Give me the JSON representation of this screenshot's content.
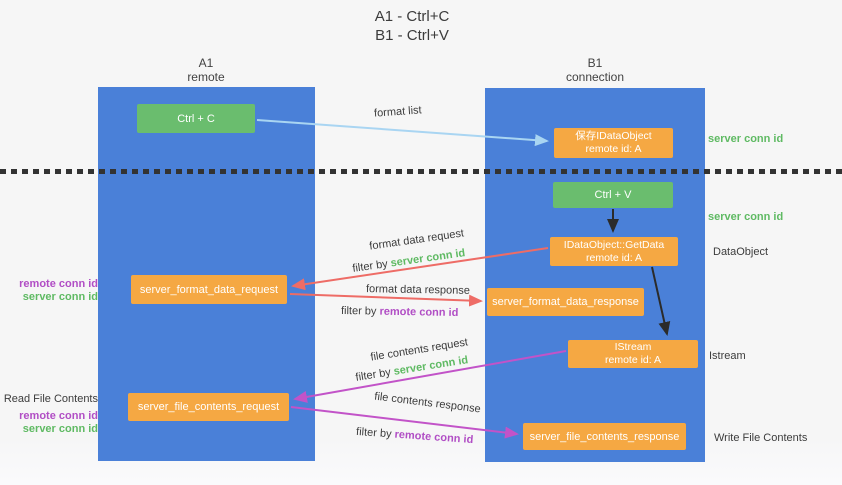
{
  "title": {
    "line1": "A1 - Ctrl+C",
    "line2": "B1 - Ctrl+V"
  },
  "lanes": {
    "left": {
      "header1": "A1",
      "header2": "remote"
    },
    "right": {
      "header1": "B1",
      "header2": "connection"
    }
  },
  "nodes": {
    "ctrl_c": {
      "label": "Ctrl + C"
    },
    "save_dataobject": {
      "line1": "保存IDataObject",
      "line2": "remote id: A"
    },
    "ctrl_v": {
      "label": "Ctrl + V"
    },
    "getdata": {
      "line1": "IDataObject::GetData",
      "line2": "remote id: A"
    },
    "format_request": {
      "label": "server_format_data_request"
    },
    "format_response": {
      "label": "server_format_data_response"
    },
    "istream": {
      "line1": "IStream",
      "line2": "remote id: A"
    },
    "file_request": {
      "label": "server_file_contents_request"
    },
    "file_response": {
      "label": "server_file_contents_response"
    }
  },
  "annotations": {
    "right": {
      "server_conn_id_top": "server conn id",
      "server_conn_id_mid": "server conn id",
      "dataobject": "DataObject",
      "istream": "Istream",
      "write_file": "Write File Contents"
    },
    "left": {
      "remote_conn_id_1": "remote conn id",
      "server_conn_id_1": "server conn id",
      "read_file": "Read File Contents",
      "remote_conn_id_2": "remote conn id",
      "server_conn_id_2": "server conn id"
    }
  },
  "flows": {
    "format_list": {
      "label": "format list"
    },
    "format_data_request": {
      "label": "format data request",
      "filter_prefix": "filter by",
      "filter_key": "server conn id"
    },
    "format_data_response": {
      "label": "format data response",
      "filter_prefix": "filter by",
      "filter_key": "remote conn id"
    },
    "file_contents_request": {
      "label": "file contents request",
      "filter_prefix": "filter by",
      "filter_key": "server conn id"
    },
    "file_contents_response": {
      "label": "file contents response",
      "filter_prefix": "filter by",
      "filter_key": "remote conn id"
    }
  },
  "colors": {
    "lane_blue": "#4a80d8",
    "node_green": "#6abd6e",
    "node_orange": "#f5a843",
    "conn_id_green": "#5fba63",
    "conn_id_purple": "#b14ec5",
    "arrow_blue": "#a9d5f2",
    "arrow_red": "#ee6c66",
    "arrow_purple": "#c253c8",
    "arrow_black": "#2b2b2b"
  }
}
